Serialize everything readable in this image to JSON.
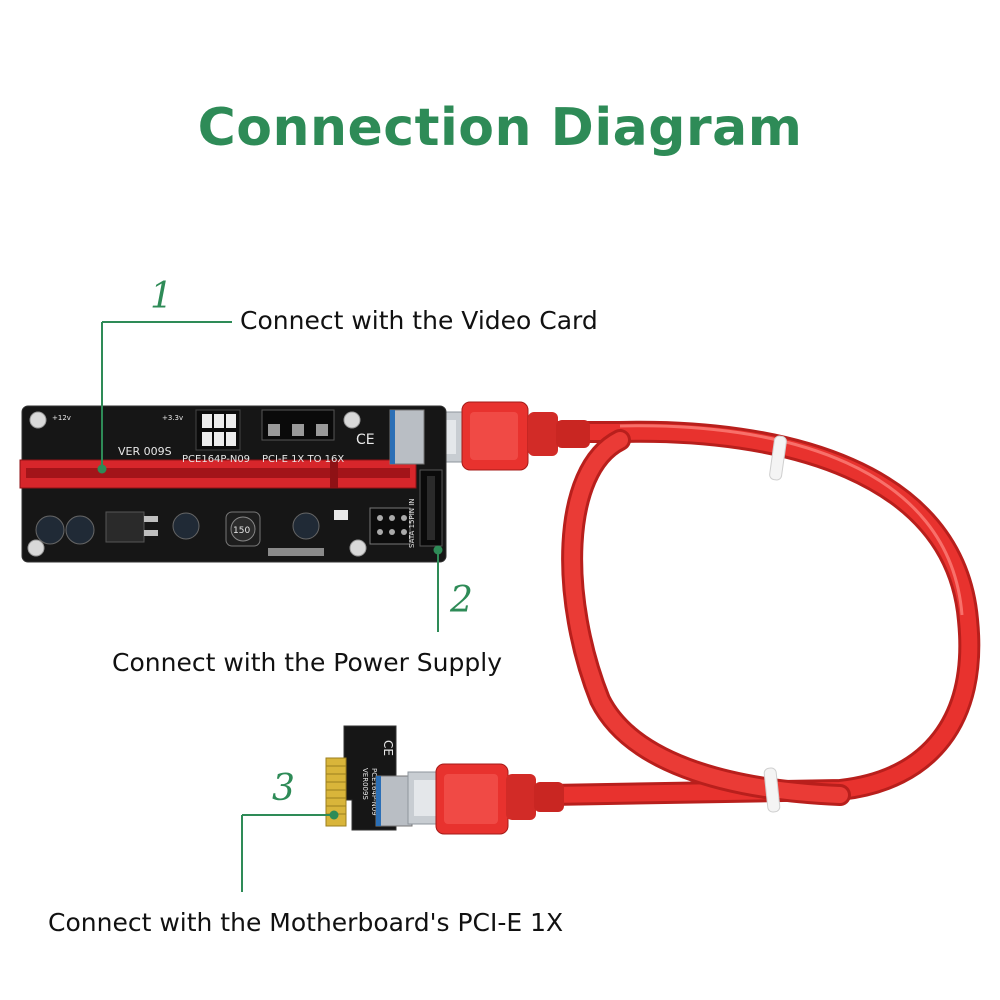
{
  "title": "Connection Diagram",
  "accent_color": "#2e8b57",
  "steps": [
    {
      "number": "1",
      "label": "Connect with the Video Card"
    },
    {
      "number": "2",
      "label": "Connect with the Power Supply"
    },
    {
      "number": "3",
      "label": "Connect with the Motherboard's PCI-E 1X"
    }
  ],
  "riser_board": {
    "version_label": "VER 009S",
    "model_label": "PCE164P-N09",
    "slot_label": "PCI-E 1X TO 16X",
    "v12_label": "+12v",
    "v33_label": "+3.3v",
    "sata_label": "SATA 15PIN IN",
    "inductor_label": "150",
    "ce_mark": "CE"
  },
  "adapter_card": {
    "model_label": "PCE164P-N09",
    "version_label": "VER009S",
    "ce_mark": "CE"
  },
  "colors": {
    "cable": "#e8322e",
    "slot": "#d7262b",
    "pcb": "#161616",
    "usb": "#c8cdd2",
    "gold": "#d9b53a"
  }
}
